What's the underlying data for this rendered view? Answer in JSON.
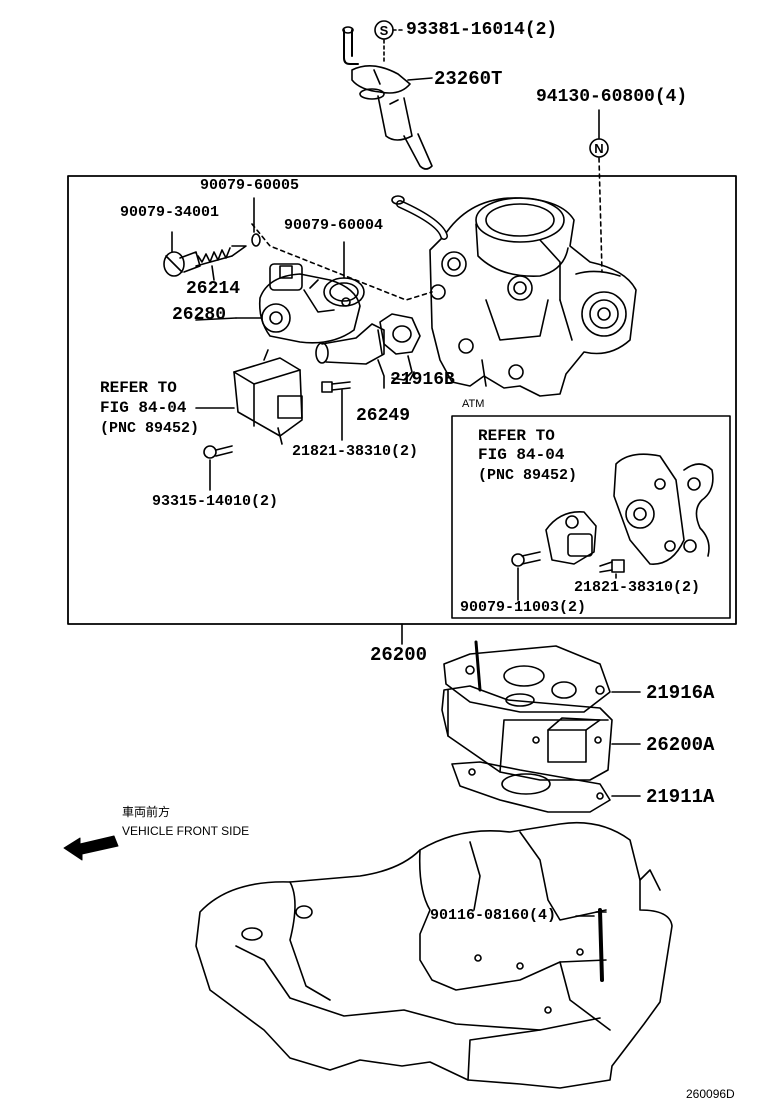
{
  "parts": {
    "p93381": "93381-16014(2)",
    "p23260T": "23260T",
    "p94130": "94130-60800(4)",
    "p90079_60005": "90079-60005",
    "p90079_34001": "90079-34001",
    "p90079_60004": "90079-60004",
    "p26214": "26214",
    "p26280": "26280",
    "p21916B": "21916B",
    "p26249": "26249",
    "p21821_left": "21821-38310(2)",
    "p93315": "93315-14010(2)",
    "p21821_right": "21821-38310(2)",
    "p90079_11003": "90079-11003(2)",
    "p26200": "26200",
    "p21916A": "21916A",
    "p26200A": "26200A",
    "p21911A": "21911A",
    "p90116": "90116-08160(4)"
  },
  "refer_left": {
    "line1": "REFER TO",
    "line2": "FIG 84-04",
    "line3": "(PNC 89452)"
  },
  "refer_right": {
    "line1": "REFER TO",
    "line2": "FIG 84-04",
    "line3": "(PNC 89452)"
  },
  "atm_label": "ATM",
  "symbols": {
    "s_mark": "S",
    "n_mark": "N"
  },
  "vehicle": {
    "japanese": "車両前方",
    "english": "VEHICLE FRONT SIDE"
  },
  "diagram_id": "260096D"
}
